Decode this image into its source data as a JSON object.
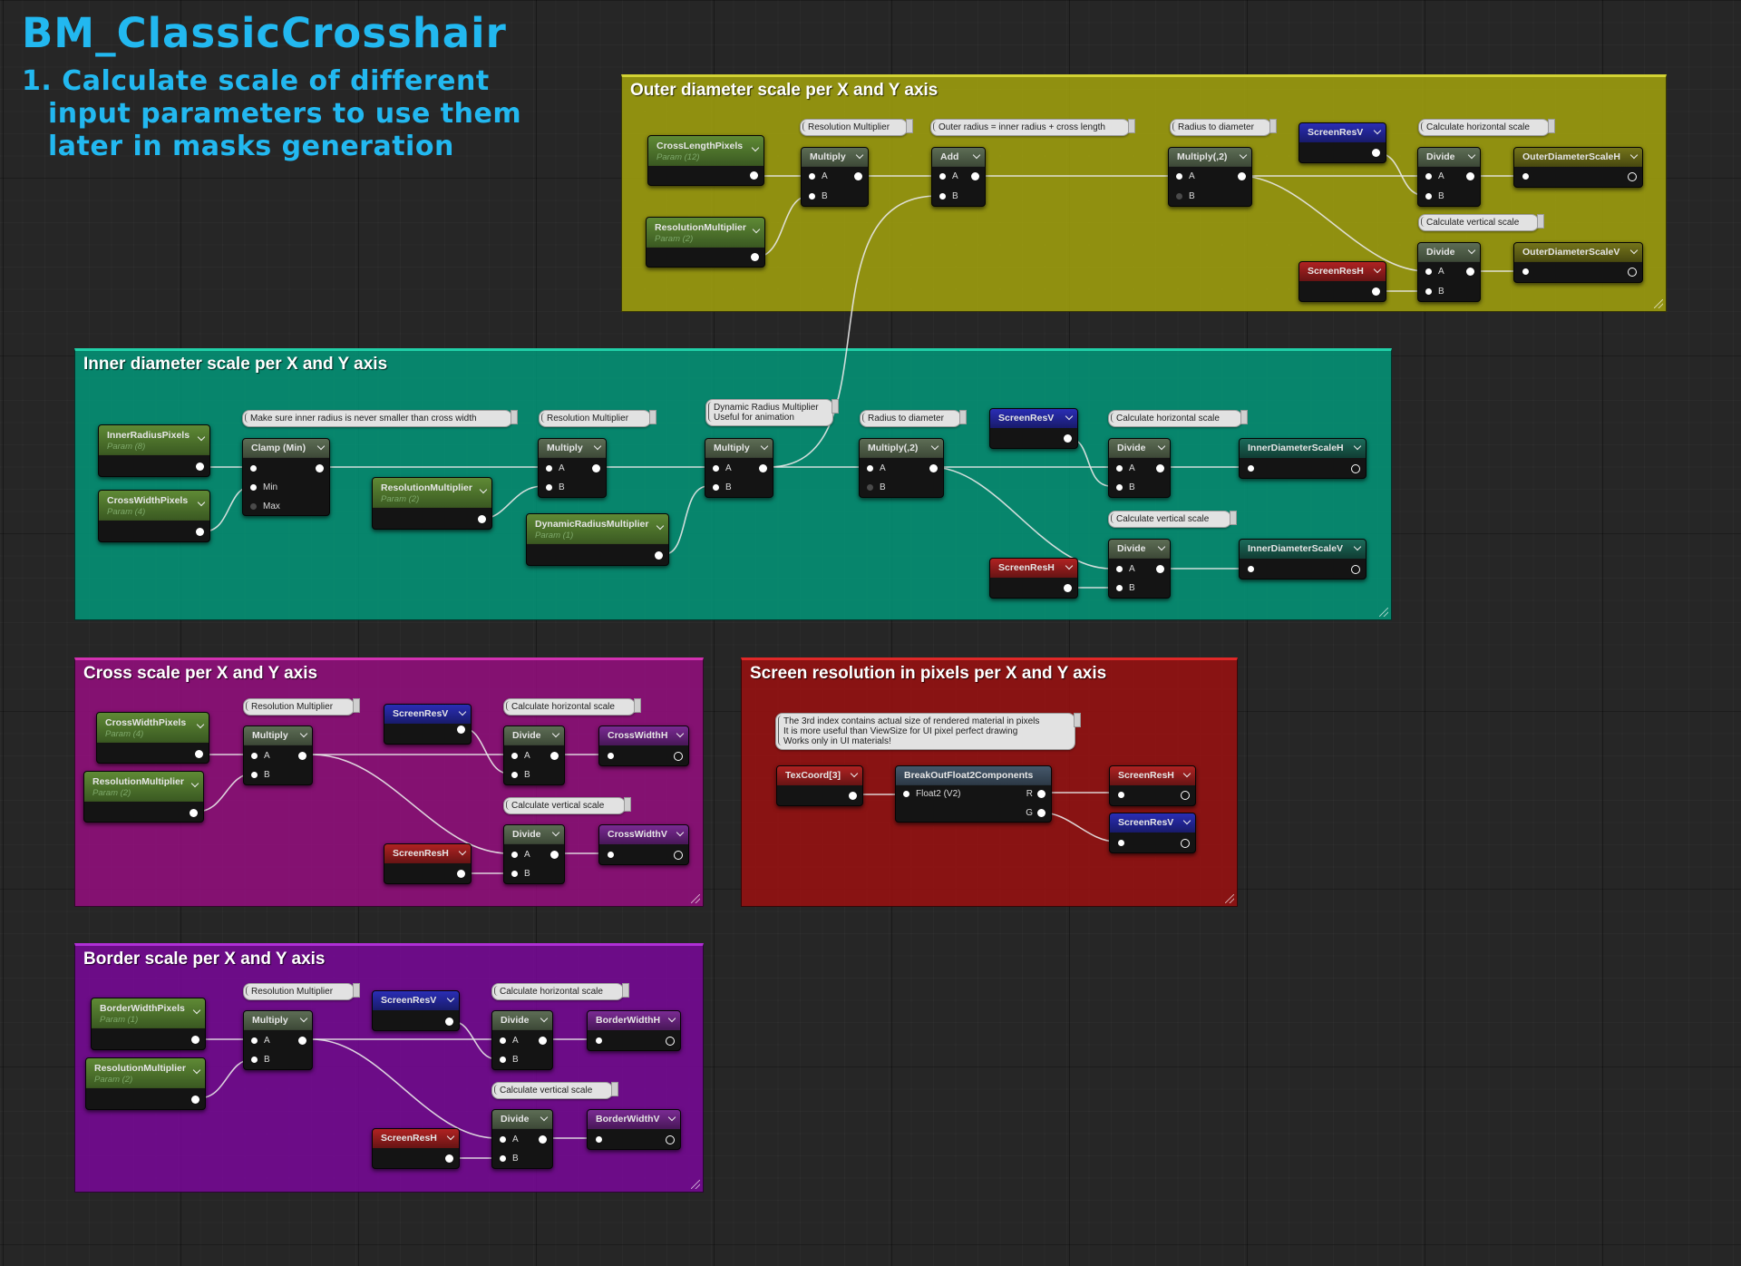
{
  "graph": {
    "title": "BM_ClassicCrosshair",
    "note_lines": [
      "1. Calculate scale of different",
      "input parameters to use them",
      "later in masks generation"
    ]
  },
  "colors": {
    "title_text": "#22b8f0",
    "outer_box": "#a8a80c",
    "inner_box": "#019b7d",
    "cross_box": "#9a0d82",
    "screen_box": "#a01010",
    "border_box": "#7d079d",
    "wire": "#e8e8e8"
  },
  "comment_boxes": {
    "outer": "Outer diameter scale per X and Y axis",
    "inner": "Inner diameter scale per X and Y axis",
    "cross": "Cross scale per X and Y axis",
    "screen": "Screen resolution in pixels per X and Y axis",
    "border": "Border scale per X and Y axis"
  },
  "outer": {
    "comments": {
      "res_mult": "Resolution Multiplier",
      "outer_radius": "Outer radius = inner radius + cross length",
      "radius_to_diameter": "Radius to diameter",
      "calc_h": "Calculate horizontal scale",
      "calc_v": "Calculate vertical scale"
    },
    "nodes": {
      "cross_length": {
        "title": "CrossLengthPixels",
        "sub": "Param (12)"
      },
      "res_mult_param": {
        "title": "ResolutionMultiplier",
        "sub": "Param (2)"
      },
      "multiply": {
        "title": "Multiply"
      },
      "add": {
        "title": "Add"
      },
      "multiply2": {
        "title": "Multiply(,2)"
      },
      "screen_res_v": {
        "title": "ScreenResV"
      },
      "screen_res_h": {
        "title": "ScreenResH"
      },
      "divide_h": {
        "title": "Divide"
      },
      "divide_v": {
        "title": "Divide"
      },
      "out_h": {
        "title": "OuterDiameterScaleH"
      },
      "out_v": {
        "title": "OuterDiameterScaleV"
      }
    }
  },
  "inner": {
    "comments": {
      "clamp_note": "Make sure inner radius is never smaller than cross width",
      "res_mult": "Resolution Multiplier",
      "dyn_line1": "Dynamic Radius Multiplier",
      "dyn_line2": "Useful for animation",
      "radius_to_diameter": "Radius to diameter",
      "calc_h": "Calculate horizontal scale",
      "calc_v": "Calculate vertical scale"
    },
    "nodes": {
      "inner_radius": {
        "title": "InnerRadiusPixels",
        "sub": "Param (8)"
      },
      "cross_width": {
        "title": "CrossWidthPixels",
        "sub": "Param (4)"
      },
      "clamp": {
        "title": "Clamp (Min)"
      },
      "res_mult_param": {
        "title": "ResolutionMultiplier",
        "sub": "Param (2)"
      },
      "dyn_param": {
        "title": "DynamicRadiusMultiplier",
        "sub": "Param (1)"
      },
      "multiply_a": {
        "title": "Multiply"
      },
      "multiply_b": {
        "title": "Multiply"
      },
      "multiply2": {
        "title": "Multiply(,2)"
      },
      "screen_res_v": {
        "title": "ScreenResV"
      },
      "screen_res_h": {
        "title": "ScreenResH"
      },
      "divide_h": {
        "title": "Divide"
      },
      "divide_v": {
        "title": "Divide"
      },
      "out_h": {
        "title": "InnerDiameterScaleH"
      },
      "out_v": {
        "title": "InnerDiameterScaleV"
      }
    }
  },
  "cross": {
    "comments": {
      "res_mult": "Resolution Multiplier",
      "calc_h": "Calculate horizontal scale",
      "calc_v": "Calculate vertical scale"
    },
    "nodes": {
      "cross_width": {
        "title": "CrossWidthPixels",
        "sub": "Param (4)"
      },
      "res_mult_param": {
        "title": "ResolutionMultiplier",
        "sub": "Param (2)"
      },
      "multiply": {
        "title": "Multiply"
      },
      "screen_res_v": {
        "title": "ScreenResV"
      },
      "screen_res_h": {
        "title": "ScreenResH"
      },
      "divide_h": {
        "title": "Divide"
      },
      "divide_v": {
        "title": "Divide"
      },
      "out_h": {
        "title": "CrossWidthH"
      },
      "out_v": {
        "title": "CrossWidthV"
      }
    }
  },
  "screen": {
    "comment_lines": [
      "The 3rd index contains actual size of rendered material in pixels",
      "It is more useful than ViewSize for UI pixel perfect drawing",
      "Works only in UI materials!"
    ],
    "nodes": {
      "texcoord": {
        "title": "TexCoord[3]"
      },
      "breakout": {
        "title": "BreakOutFloat2Components",
        "in_pin": "Float2 (V2)",
        "out_r": "R",
        "out_g": "G"
      },
      "screen_res_h": {
        "title": "ScreenResH"
      },
      "screen_res_v": {
        "title": "ScreenResV"
      }
    }
  },
  "border": {
    "comments": {
      "res_mult": "Resolution Multiplier",
      "calc_h": "Calculate horizontal scale",
      "calc_v": "Calculate vertical scale"
    },
    "nodes": {
      "border_width": {
        "title": "BorderWidthPixels",
        "sub": "Param (1)"
      },
      "res_mult_param": {
        "title": "ResolutionMultiplier",
        "sub": "Param (2)"
      },
      "multiply": {
        "title": "Multiply"
      },
      "screen_res_v": {
        "title": "ScreenResV"
      },
      "screen_res_h": {
        "title": "ScreenResH"
      },
      "divide_h": {
        "title": "Divide"
      },
      "divide_v": {
        "title": "Divide"
      },
      "out_h": {
        "title": "BorderWidthH"
      },
      "out_v": {
        "title": "BorderWidthV"
      }
    }
  },
  "pins": {
    "a": "A",
    "b": "B",
    "min": "Min",
    "max": "Max"
  }
}
